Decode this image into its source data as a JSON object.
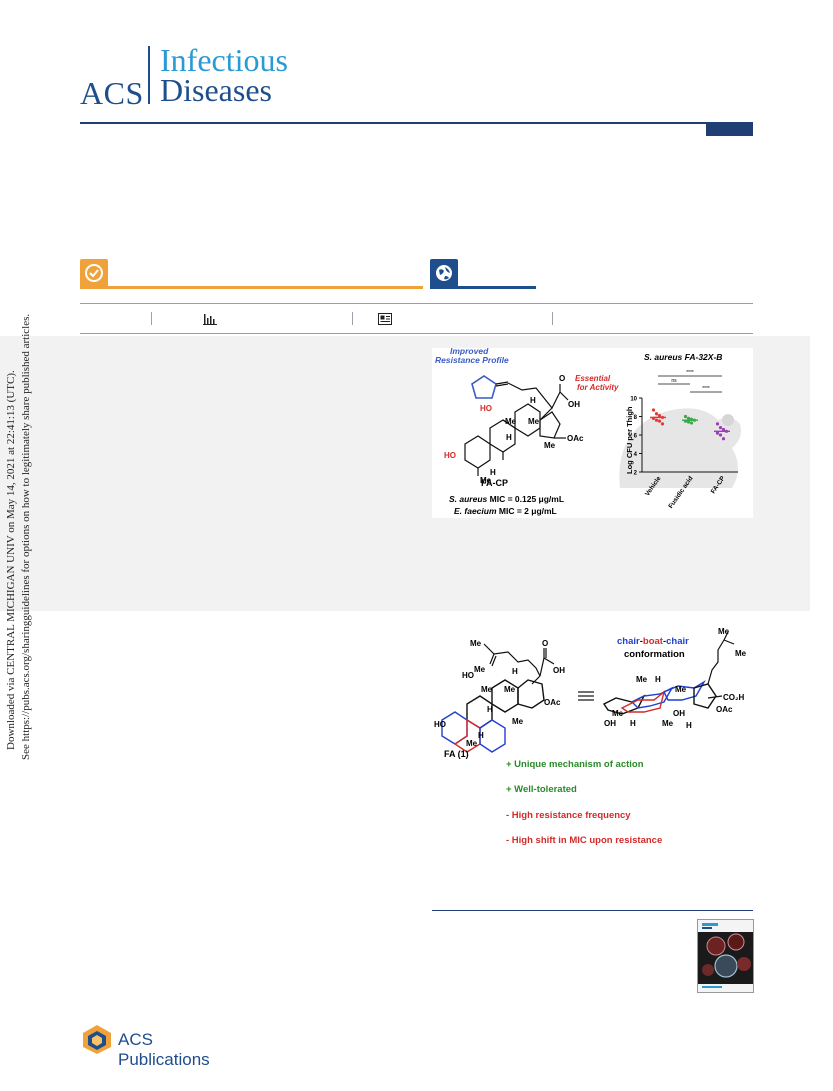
{
  "header": {
    "publisher_abbr": "ACS",
    "journal_line1": "Infectious",
    "journal_line2": "Diseases"
  },
  "sidebar": {
    "download_note": "Downloaded via CENTRAL MICHIGAN UNIV on May 14, 2021 at 22:41:13 (UTC).",
    "sharing_note": "See https://pubs.acs.org/sharingguidelines for options on how to legitimately share published articles."
  },
  "toc_graphic": {
    "improved_label_line1": "Improved",
    "improved_label_line2": "Resistance Profile",
    "essential_label_line1": "Essential",
    "essential_label_line2": "for Activity",
    "compound_name": "FA-CP",
    "atoms": {
      "o": "O",
      "oh": "OH",
      "oac": "OAc",
      "ho": "HO",
      "h": "H",
      "me": "Me"
    },
    "mic_line1_organism": "S. aureus",
    "mic_line1_rest": " MIC = 0.125 μg/mL",
    "mic_line2_organism": "E. faecium",
    "mic_line2_rest": " MIC = 2 μg/mL",
    "chart_title": "S. aureus FA-32X-B",
    "chart_ylabel": "Log CFU per Thigh",
    "chart_sig_ns": "ns",
    "chart_sig_stars": "****",
    "colors": {
      "vehicle": "#e03a3a",
      "fusidic": "#3aa84a",
      "facp": "#9b3fb5",
      "label_blue": "#3a5cc4",
      "label_red": "#d42a2a"
    }
  },
  "chart_data": {
    "type": "scatter",
    "title": "S. aureus FA-32X-B",
    "xlabel": "",
    "ylabel": "Log CFU per Thigh",
    "categories": [
      "Vehicle",
      "Fusidic acid",
      "FA-CP"
    ],
    "ylim": [
      2,
      10
    ],
    "yticks": [
      2,
      4,
      6,
      8,
      10
    ],
    "series": [
      {
        "name": "Vehicle",
        "mean": 7.9,
        "points": [
          8.7,
          8.3,
          8.1,
          7.9,
          7.8,
          7.6,
          7.5,
          7.2
        ]
      },
      {
        "name": "Fusidic acid",
        "mean": 7.6,
        "points": [
          8.0,
          7.8,
          7.7,
          7.6,
          7.5,
          7.4,
          7.3
        ]
      },
      {
        "name": "FA-CP",
        "mean": 6.4,
        "points": [
          7.2,
          6.8,
          6.6,
          6.4,
          6.2,
          6.0,
          5.6
        ]
      }
    ],
    "significance": [
      {
        "pair": [
          "Vehicle",
          "Fusidic acid"
        ],
        "label": "ns"
      },
      {
        "pair": [
          "Vehicle",
          "FA-CP"
        ],
        "label": "****"
      },
      {
        "pair": [
          "Fusidic acid",
          "FA-CP"
        ],
        "label": "****"
      }
    ],
    "grid": false
  },
  "figure": {
    "compound_label": "FA (1)",
    "conformation_chair1": "chair",
    "conformation_dash1": "-",
    "conformation_boat": "boat",
    "conformation_dash2": "-",
    "conformation_chair2": "chair",
    "conformation_word": "conformation",
    "atoms": {
      "me": "Me",
      "o": "O",
      "oh": "OH",
      "oac": "OAc",
      "ho": "HO",
      "h": "H",
      "co2h": "CO₂H"
    },
    "pros": [
      "+ Unique mechanism of action",
      "+ Well-tolerated"
    ],
    "cons": [
      "- High resistance frequency",
      "- High shift in MIC upon resistance"
    ],
    "colors": {
      "pro": "#2a8a2a",
      "con": "#d42a2a",
      "chair": "#1f3fd0",
      "boat": "#d42a2a"
    }
  },
  "footer": {
    "publisher_name": "ACS Publications"
  }
}
